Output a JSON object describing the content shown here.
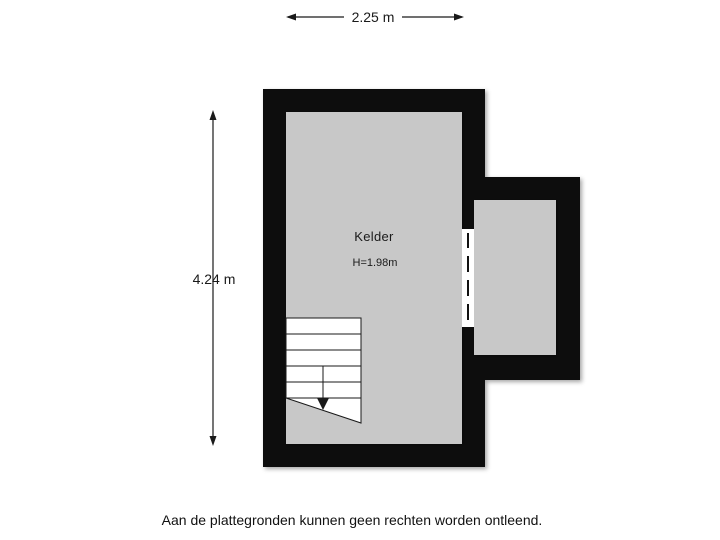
{
  "dimensions": {
    "width_label": "2.25 m",
    "height_label": "4.24 m"
  },
  "rooms": [
    {
      "name": "Kelder",
      "height": "H=1.98m"
    }
  ],
  "colors": {
    "wall": "#111111",
    "floor": "#c8c8c8",
    "stair_fill": "#ffffff",
    "stair_line": "#1a1a1a"
  },
  "disclaimer": "Aan de plattegronden kunnen geen rechten worden ontleend."
}
